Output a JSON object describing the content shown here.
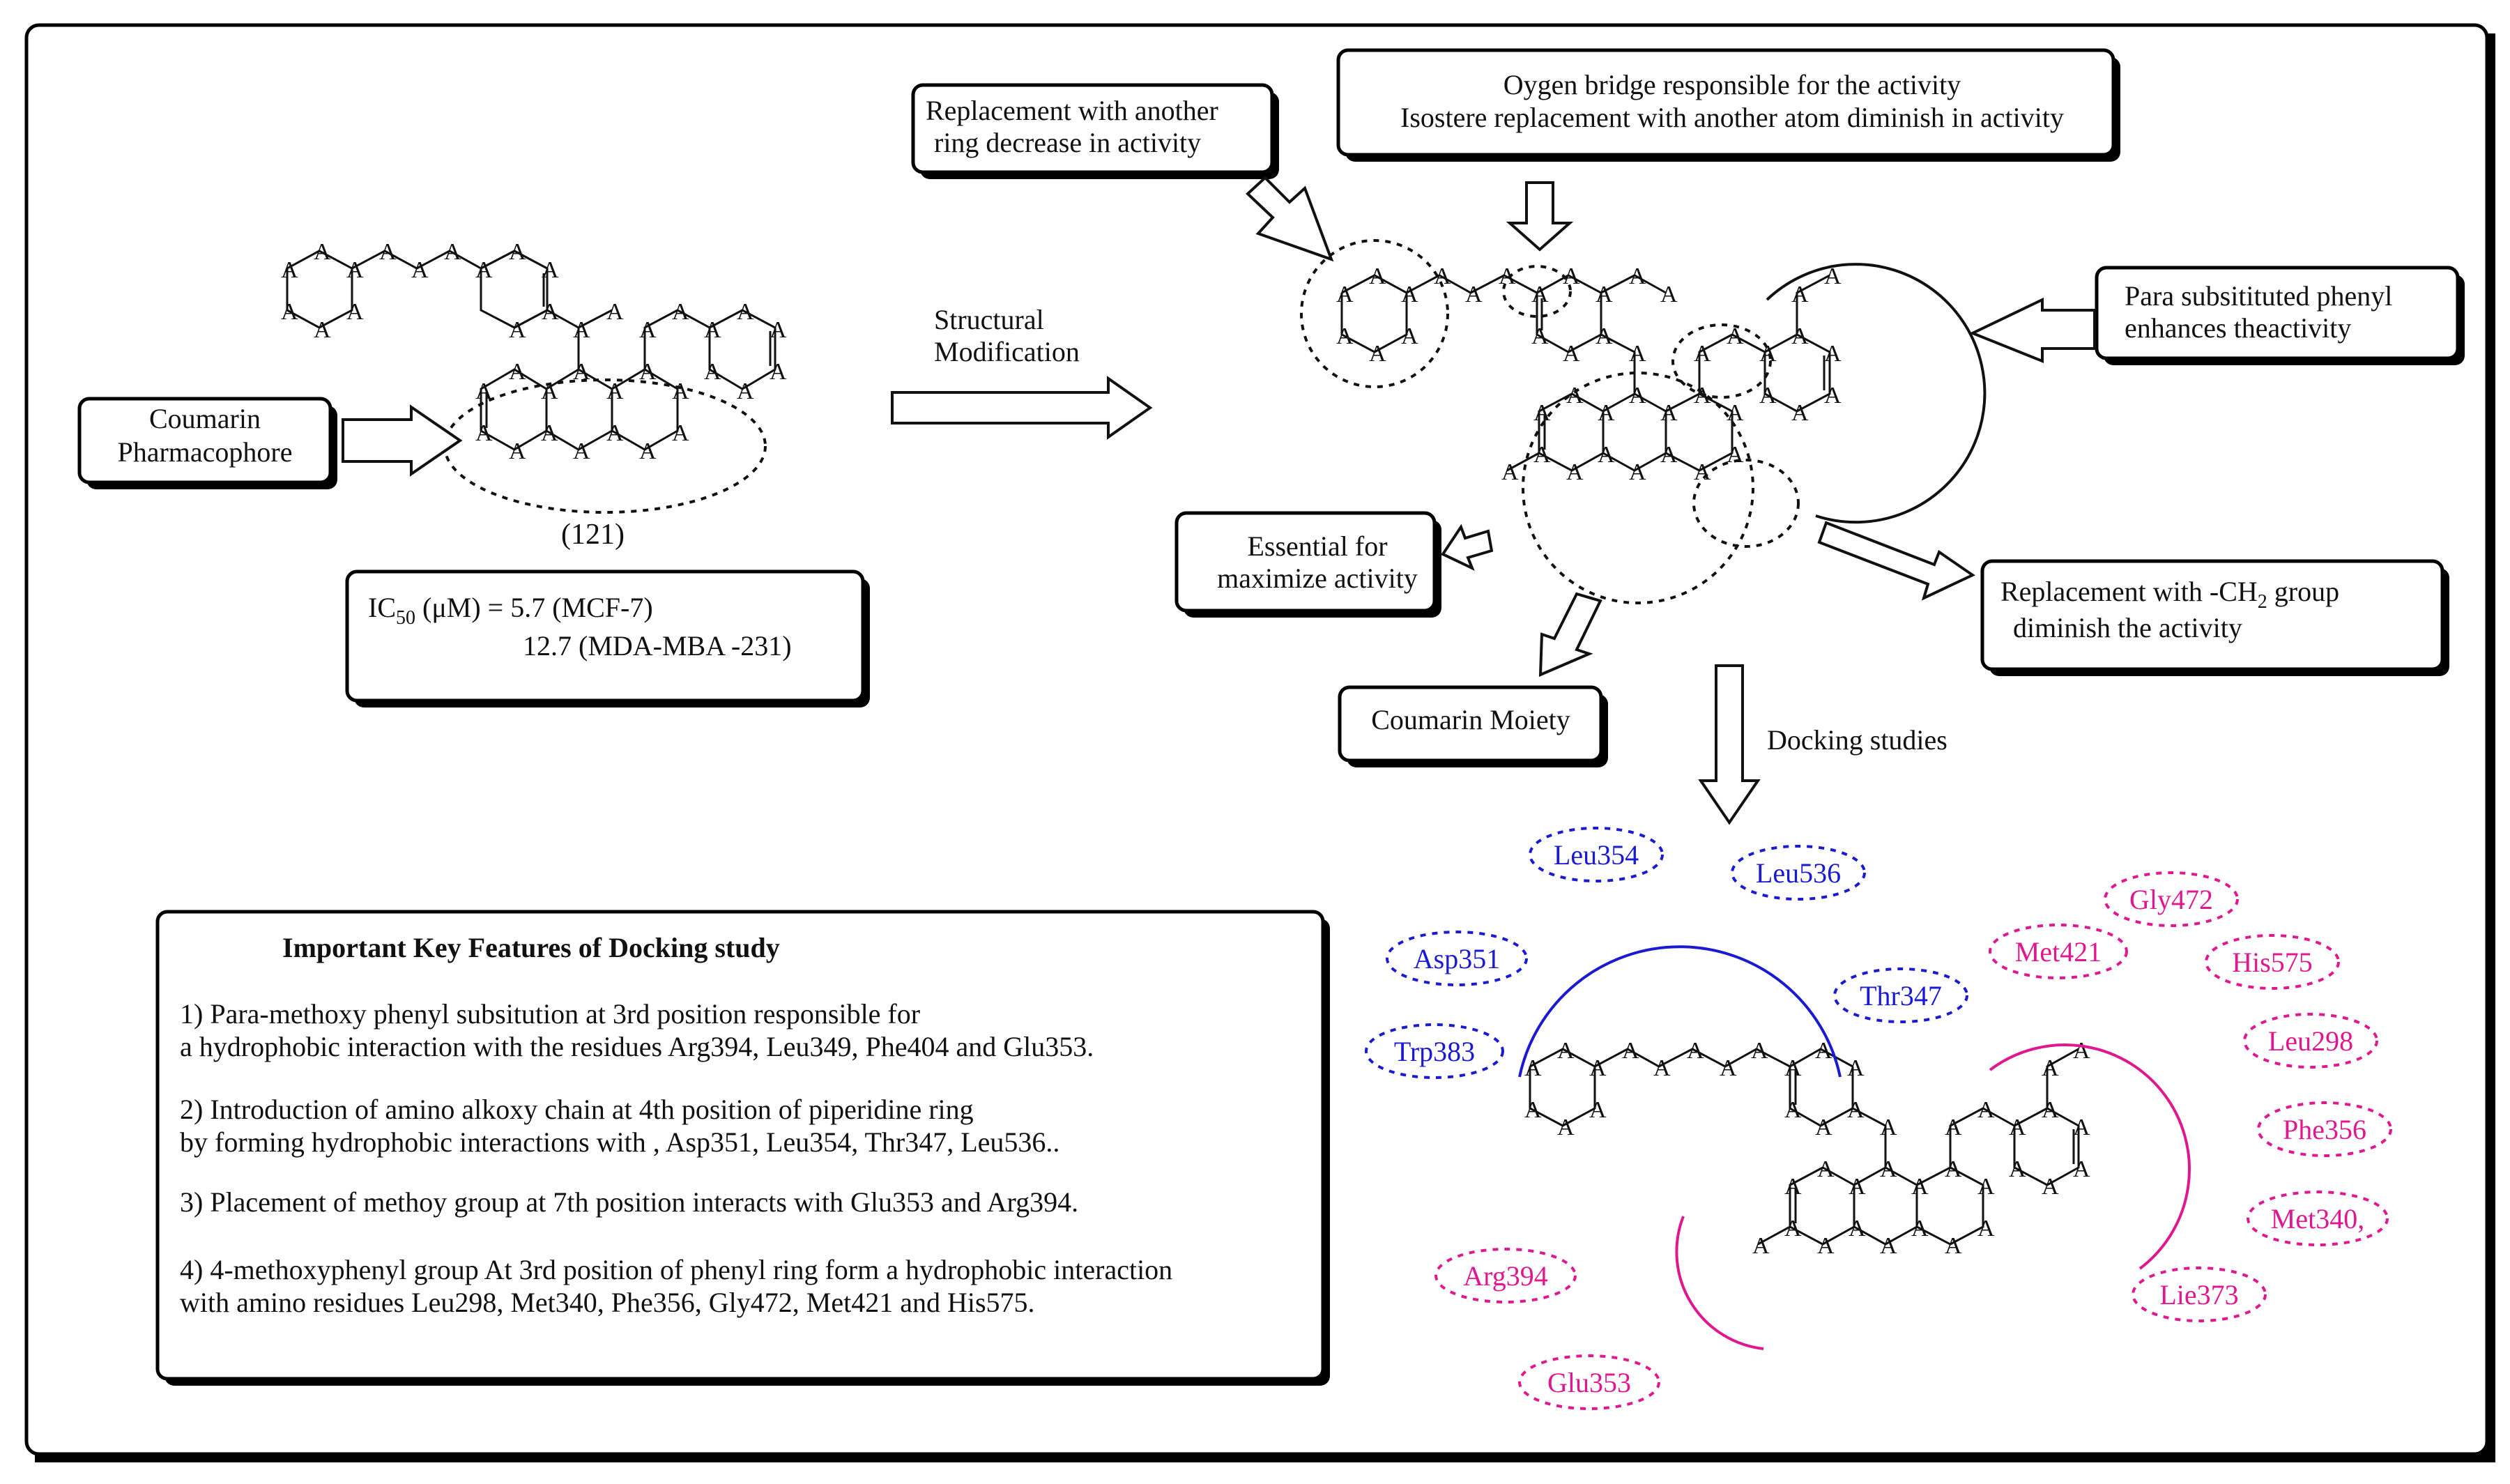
{
  "boxes": {
    "pharmacophore": [
      "Coumarin",
      "Pharmacophore"
    ],
    "compound_number": "(121)",
    "ic50": [
      "IC",
      "50",
      " (μM) = 5.7 (MCF-7)",
      "12.7 (MDA-MBA -231)"
    ],
    "structural_modification": [
      "Structural",
      "Modification"
    ],
    "replacement_ring": [
      "Replacement with another",
      "ring decrease in activity"
    ],
    "oxygen_bridge": [
      "Oygen bridge responsible for the activity",
      "Isostere replacement with another atom diminish in activity"
    ],
    "para_phenyl": [
      "Para subsitituted phenyl",
      "enhances theactivity"
    ],
    "essential": [
      "Essential for",
      "maximize activity"
    ],
    "ch2": [
      "Replacement with -CH",
      "2",
      " group",
      "diminish the activity"
    ],
    "coumarin_moiety": "Coumarin Moiety",
    "docking_label": "Docking studies"
  },
  "features": {
    "title": "Important Key Features of Docking study",
    "items": [
      [
        "1) Para-methoxy phenyl subsitution at 3rd position responsible for",
        " a hydrophobic interaction with the residues  Arg394, Leu349, Phe404 and Glu353."
      ],
      [
        "2) Introduction of amino alkoxy chain at  4th position of piperidine ring",
        "   by forming hydrophobic interactions with  , Asp351, Leu354, Thr347, Leu536.."
      ],
      [
        "3) Placement of methoy group at 7th position interacts with Glu353 and Arg394."
      ],
      [
        "4) 4-methoxyphenyl group At 3rd position of phenyl ring form  a hydrophobic interaction",
        "   with amino residues   Leu298, Met340, Phe356,  Gly472, Met421 and His575."
      ]
    ]
  },
  "residues_blue": [
    "Leu354",
    "Leu536",
    "Asp351",
    "Thr347",
    "Trp383"
  ],
  "residues_pink": [
    "Gly472",
    "Met421",
    "His575",
    "Leu298",
    "Phe356",
    "Met340,",
    "Lie373",
    "Arg394",
    "Glu353"
  ],
  "atom_symbol": "A",
  "colors": {
    "blue": "#1a1ad0",
    "pink": "#e0188f"
  }
}
